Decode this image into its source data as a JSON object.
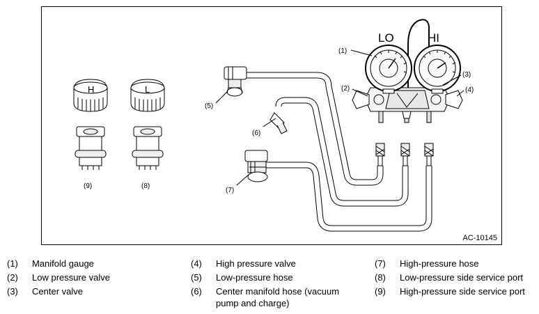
{
  "figure": {
    "code": "AC-10145",
    "gauge_labels": {
      "low": "LO",
      "high": "HI"
    },
    "cap_labels": {
      "high": "H",
      "low": "L"
    },
    "callouts": [
      "(1)",
      "(2)",
      "(3)",
      "(4)",
      "(5)",
      "(6)",
      "(7)",
      "(8)",
      "(9)"
    ]
  },
  "legend": [
    {
      "num": "(1)",
      "text": "Manifold gauge"
    },
    {
      "num": "(2)",
      "text": "Low pressure valve"
    },
    {
      "num": "(3)",
      "text": "Center valve"
    },
    {
      "num": "(4)",
      "text": "High pressure valve"
    },
    {
      "num": "(5)",
      "text": "Low-pressure hose"
    },
    {
      "num": "(6)",
      "text": "Center manifold hose (vacuum pump and charge)"
    },
    {
      "num": "(7)",
      "text": "High-pressure hose"
    },
    {
      "num": "(8)",
      "text": "Low-pressure side service port"
    },
    {
      "num": "(9)",
      "text": "High-pressure side service port"
    }
  ]
}
